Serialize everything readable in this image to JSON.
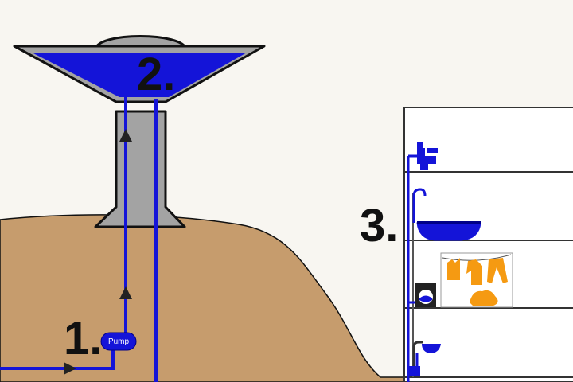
{
  "steps": {
    "step1": "1.",
    "step2": "2.",
    "step3": "3."
  },
  "pump": {
    "label": "Pump"
  },
  "colors": {
    "water": "#1414d8",
    "ground": "#c69c6d",
    "tower": "#a3a3a3",
    "outline": "#111111",
    "laundry": "#f59a12",
    "background": "#f8f6f1"
  },
  "icons": [
    "arrow-icon",
    "pump-icon",
    "toilet-icon",
    "bathtub-icon",
    "washing-machine-icon",
    "laundry-icon",
    "sink-icon"
  ]
}
